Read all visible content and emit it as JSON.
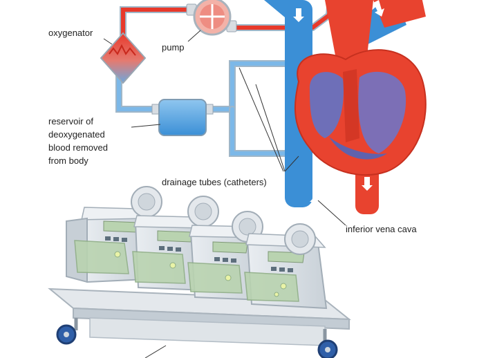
{
  "labels": {
    "oxygenator": "oxygenator",
    "pump": "pump",
    "reservoir": [
      "reservoir of",
      "deoxygenated",
      "blood removed",
      "from body"
    ],
    "drainage_tubes": "drainage tubes (catheters)",
    "inferior_vena_cava": "inferior vena cava"
  },
  "colors": {
    "oxygenated_blood": "#e8392b",
    "deoxygenated_blood": "#3b8fd6",
    "tube_outline": "#9fb6c8",
    "heart_red": "#e8432f",
    "heart_chamber": "#6e6fb8",
    "machine_body": "#dde3e8",
    "machine_screen": "#b9d3b0"
  },
  "icons": {
    "oxygenator": "oxygenator-icon",
    "pump": "pump-icon",
    "reservoir": "reservoir-icon",
    "heart": "heart-icon",
    "machine": "heart-lung-machine-icon"
  }
}
